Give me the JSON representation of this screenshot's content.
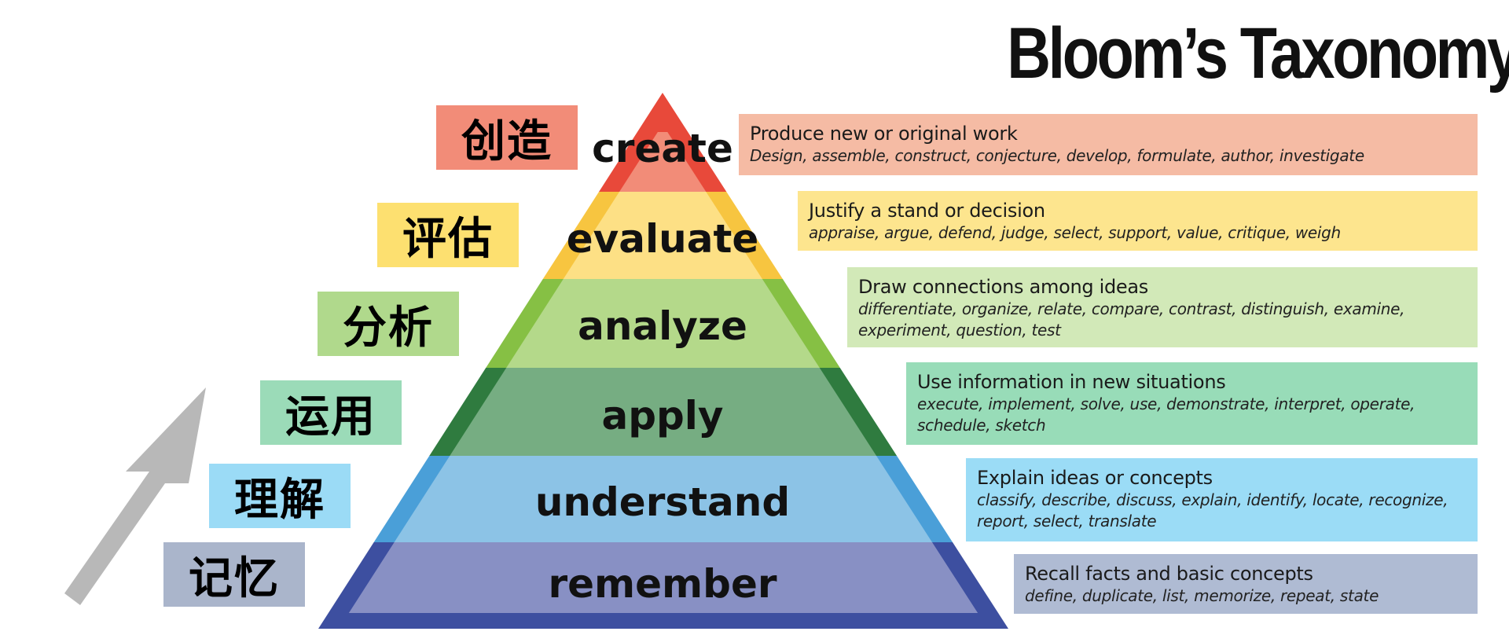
{
  "title": "Bloom’s Taxonomy",
  "levels": [
    {
      "key": "create",
      "level": "create",
      "cn": "创造",
      "heading": "Produce new or original work",
      "verbs": [
        "Design, assemble, construct, conjecture, develop, formulate, author, investigate"
      ],
      "colors": {
        "fill": "#f28c78",
        "edge": "#e8493a",
        "label": "#f28c78",
        "desc": "#f5bba4"
      }
    },
    {
      "key": "evaluate",
      "level": "evaluate",
      "cn": "评估",
      "heading": "Justify a stand or decision",
      "verbs": [
        "appraise, argue, defend, judge, select, support, value, critique, weigh"
      ],
      "colors": {
        "fill": "#fde085",
        "edge": "#f7c540",
        "label": "#fde070",
        "desc": "#fde58e"
      }
    },
    {
      "key": "analyze",
      "level": "analyze",
      "cn": "分析",
      "heading": "Draw connections among ideas",
      "verbs": [
        "differentiate, organize, relate, compare, contrast, distinguish, examine,",
        "experiment, question, test"
      ],
      "colors": {
        "fill": "#b4d98a",
        "edge": "#86c044",
        "label": "#b0d98c",
        "desc": "#d2e9b8"
      }
    },
    {
      "key": "apply",
      "level": "apply",
      "cn": "运用",
      "heading": "Use information in new situations",
      "verbs": [
        "execute, implement, solve, use, demonstrate, interpret, operate,",
        "schedule, sketch"
      ],
      "colors": {
        "fill": "#76ad82",
        "edge": "#2f7b3f",
        "label": "#9bdbb8",
        "desc": "#98dcb8"
      }
    },
    {
      "key": "understand",
      "level": "understand",
      "cn": "理解",
      "heading": "Explain ideas or concepts",
      "verbs": [
        "classify, describe, discuss, explain, identify, locate, recognize,",
        "report, select, translate"
      ],
      "colors": {
        "fill": "#8cc3e6",
        "edge": "#4a9fd8",
        "label": "#9bdbf6",
        "desc": "#9bdcf6"
      }
    },
    {
      "key": "remember",
      "level": "remember",
      "cn": "记忆",
      "heading": "Recall facts and basic concepts",
      "verbs": [
        "define, duplicate, list, memorize, repeat, state"
      ],
      "colors": {
        "fill": "#8890c4",
        "edge": "#3d4fa0",
        "label": "#aab5cb",
        "desc": "#afbbd3"
      }
    }
  ],
  "arrow_color": "#b8b8b8"
}
